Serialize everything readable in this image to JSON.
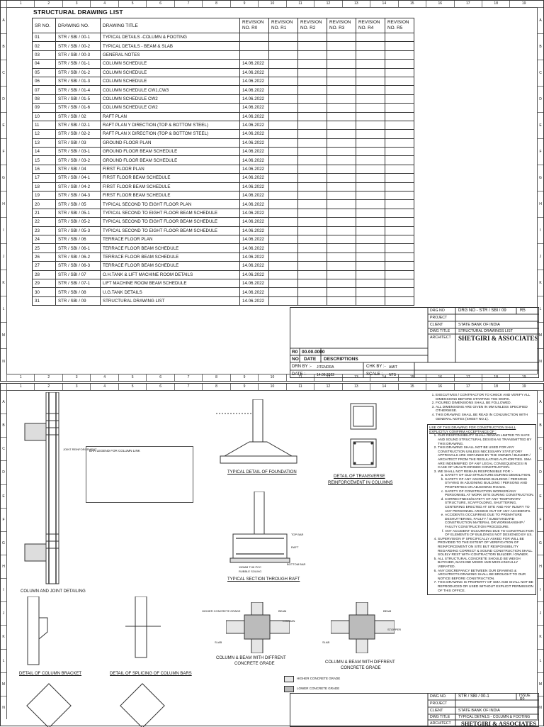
{
  "ruler_numbers": [
    "1",
    "2",
    "3",
    "4",
    "5",
    "6",
    "7",
    "8",
    "9",
    "10",
    "11",
    "12",
    "13",
    "14",
    "15",
    "16",
    "17",
    "18",
    "19"
  ],
  "ruler_letters": [
    "A",
    "B",
    "C",
    "D",
    "E",
    "F",
    "G",
    "H",
    "I",
    "J",
    "K",
    "L",
    "M",
    "N"
  ],
  "drawing_list": {
    "title": "STRUCTURAL DRAWING LIST",
    "headers": [
      "SR NO.",
      "DRAWING NO.",
      "DRAWING TITLE",
      "REVISION NO. R0",
      "REVISION NO. R1",
      "REVISION NO. R2",
      "REVISION NO. R3",
      "REVISION NO. R4",
      "REVISION NO. R5"
    ],
    "rows": [
      [
        "01",
        "STR / SBI / 00-1",
        "TYPICAL DETAILS -COLUMN & FOOTING",
        ""
      ],
      [
        "02",
        "STR / SBI / 00-2",
        "TYPICAL DETAILS - BEAM & SLAB",
        ""
      ],
      [
        "03",
        "STR / SBI / 00-3",
        " GENERAL NOTES",
        ""
      ],
      [
        "04",
        "STR / SBI / 01-1",
        "COLUMN SCHEDULE",
        "14.06.2022"
      ],
      [
        "05",
        "STR / SBI / 01-2",
        "COLUMN SCHEDULE",
        "14.06.2022"
      ],
      [
        "06",
        "STR / SBI / 01-3",
        "COLUMN SCHEDULE",
        "14.06.2022"
      ],
      [
        "07",
        "STR / SBI / 01-4",
        "COLUMN SCHEDULE CW1,CW3",
        "14.06.2022"
      ],
      [
        "08",
        "STR / SBI / 01-5",
        "COLUMN SCHEDULE CW2",
        "14.06.2022"
      ],
      [
        "09",
        "STR / SBI / 01-6",
        "COLUMN SCHEDULE CW2",
        "14.06.2022"
      ],
      [
        "10",
        "STR / SBI / 02",
        "RAFT PLAN",
        "14.06.2022"
      ],
      [
        "11",
        "STR / SBI / 02-1",
        "RAFT PLAN Y DIRECTION (TOP & BOTTOM STEEL)",
        "14.06.2022"
      ],
      [
        "12",
        "STR / SBI / 02-2",
        "RAFT PLAN X DIRECTION (TOP & BOTTOM STEEL)",
        "14.06.2022"
      ],
      [
        "13",
        "STR / SBI / 03",
        "GROUND FLOOR PLAN",
        "14.06.2022"
      ],
      [
        "14",
        "STR / SBI / 03-1",
        "GROUND FLOOR BEAM SCHEDULE",
        "14.06.2022"
      ],
      [
        "15",
        "STR / SBI / 03-2",
        "GROUND FLOOR BEAM SCHEDULE",
        "14.06.2022"
      ],
      [
        "16",
        "STR / SBI / 04",
        "FIRST FLOOR PLAN",
        "14.06.2022"
      ],
      [
        "17",
        "STR / SBI / 04-1",
        "FIRST FLOOR BEAM SCHEDULE",
        "14.06.2022"
      ],
      [
        "18",
        "STR / SBI / 04-2",
        "FIRST FLOOR BEAM SCHEDULE",
        "14.06.2022"
      ],
      [
        "19",
        "STR / SBI / 04-3",
        "FIRST FLOOR BEAM SCHEDULE",
        "14.06.2022"
      ],
      [
        "20",
        "STR / SBI / 05",
        "TYPICAL SECOND TO EIGHT FLOOR PLAN",
        "14.06.2022"
      ],
      [
        "21",
        "STR / SBI / 05-1",
        "TYPICAL SECOND TO EIGHT FLOOR BEAM SCHEDULE",
        "14.06.2022"
      ],
      [
        "22",
        "STR / SBI / 05-2",
        "TYPICAL SECOND TO EIGHT FLOOR BEAM SCHEDULE",
        "14.06.2022"
      ],
      [
        "23",
        "STR / SBI / 05-3",
        "TYPICAL SECOND TO EIGHT FLOOR BEAM SCHEDULE",
        "14.06.2022"
      ],
      [
        "24",
        "STR / SBI / 06",
        "TERRACE FLOOR PLAN",
        "14.06.2022"
      ],
      [
        "25",
        "STR / SBI / 06-1",
        "TERRACE FLOOR BEAM SCHEDULE",
        "14.06.2022"
      ],
      [
        "26",
        "STR / SBI / 06-2",
        "TERRACE FLOOR BEAM SCHEDULE",
        "14.06.2022"
      ],
      [
        "27",
        "STR / SBI / 06-3",
        "TERRACE FLOOR BEAM SCHEDULE",
        "14.06.2022"
      ],
      [
        "28",
        "STR / SBI / 07",
        "O.H.TANK & LIFT MACHINE ROOM DETAILS",
        "14.06.2022"
      ],
      [
        "29",
        "STR / SBI / 07-1",
        "LIFT MACHINE ROOM BEAM SCHEDULE",
        "14.06.2022"
      ],
      [
        "30",
        "STR / SBI / 08",
        "U.G.TANK DETAILS",
        "14.06.2022"
      ],
      [
        "31",
        "STR / SBI / 09",
        "STRUCTURAL DRAWING LIST",
        "14.06.2022"
      ]
    ]
  },
  "title_block_top": {
    "drg_no_label": "DRG NO",
    "drg_no": "DRG NO - STR / SBI / 09",
    "issue": "R5",
    "project_label": "PROJECT",
    "client_label": "CLIENT",
    "client": "STATE BANK OF INDIA",
    "dwg_title_label": "DWG TITLE",
    "dwg_title": "STRUCTURAL DRAWINGS LIST",
    "architect_label": "ARCHITECT",
    "firm": "SHETGIRI & ASSOCIATES",
    "rev_no": "R0",
    "rev_no_date": "00.00.0000",
    "rev_table_hdr_no": "NO",
    "rev_table_hdr_date": "DATE",
    "rev_table_hdr_desc": "DESCRIPTIONS",
    "drn_by_label": "DRN BY :-",
    "drn_by": "JITENDRA",
    "chk_by_label": "CHK BY :-",
    "chk_by": "AMIT",
    "date_label": "DATE :-",
    "date": "14.06.2022",
    "scale_label": "SCALE :-",
    "scale": "NTS"
  },
  "captions": {
    "joint_reinforcement": "JOINT REINFORCEMENT",
    "bar_legend": "BAR LEGEND FOR COLUMN LINK",
    "column_joint": "COLUMN AND JOINT DETAILING",
    "typ_foundation": "TYPICAL DETAIL OF FOUNDATION",
    "transverse_1": "DETAIL OF TRANSVERSE",
    "transverse_2": "REINFORCEMENT IN COLUMNS",
    "raft": "TYPICAL SECTION THROUGH RAFT",
    "bracket": "DETAIL OF COLUMN BRACKET",
    "splicing": "DETAIL OF SPLICING OF COLUMN BARS",
    "cb1_1": "COLUMN & BEAM WITH DIFFRENT",
    "cb1_2": "CONCRETE GRADE",
    "cb2_1": "COLUMN & BEAM WITH DIFFRENT",
    "cb2_2": "CONCRETE GRADE",
    "higher_grade": "HIGHER CONCRETE GRADE",
    "lower_grade": "LOWER CONCRETE GRADE",
    "top_bar": "TOP BAR",
    "raft_lbl": "RAFT",
    "bottom_bar": "BOTTOM BAR",
    "pcc": "150MM THK PCC",
    "rubble": "RUBBLE SOLING",
    "beam": "BEAM",
    "column": "COLUMN",
    "slab": "SLAB",
    "stopper": "STOPPER"
  },
  "notes": {
    "items": [
      "EXECUTIVES / CONTRACTOR TO CHECK AND VERIFY ALL DIMENSIONS BEFORE STARTING THE WORK.",
      "FIGURED DIMENSIONS SHALL BE FOLLOWED.",
      "ALL DIMENSIONS ARE GIVEN IN MM UNLESS SPECIFIED OTHERWISE.",
      "THIS DRAWING SHALL BE READ IN CONJUNCTION WITH GENERAL NOTES (SHEET NO.1)."
    ],
    "box_intro": "USE OF THIS DRAWING FOR CONSTRUCTION SHALL EXPLICITLY CONFIRM ACCEPTANCE OF :",
    "box_items": [
      "OUR RESPONSIBILITY SHALL REMAIN LIMITED TO SAFE AND SOUND STRUCTURAL DESIGN AS TRANSMITTED  BY THIS DRAWING.",
      "THIS DRAWING SHALL NOT BE USED FOR ANY CONSTRUCTION UNLESS NECESSARY  STATUTORY APPROVALS ARE OBTAINED BY THE OWNER / BUILDER / ARCHITECT FROM THE  REGULATING AUTHORITIES. SMA ARE INDEMNIFIED OF ANY LEGAL CONSEQUENCES IN CASE OF UNAUTHORISED CONSTRUCTION.",
      "WE SHALL NOT REMAIN RESPONSIBLE FOR :-",
      "SUPERVISION IF SPECIFICALLY ASKED FOR WILL BE PROVIDED TO THE EXTENT OF VERIFICATION OF REINFORCEMENT ON SITE BUT RESPONSIBILITY REGARDING CORRECT & SOUND CONSTRUCTION SHALL SOLELY REST WITH CONTRACTOR/ BUILDER / OWNER.",
      "ALL STRUCTURAL CONCRETE SHOULD BE WEIGH BATCHED, MACHINE MIXED AND MECHANICALLY VIBRATED.",
      "ANY DISCREPANCY BETWEEN OUR DRAWING & ARCHITECTS DRAWING SHALL BE  BROUGHT TO OUR NOTICE BEFORE CONSTRUCTION.",
      "THIS DRAWING IS PROPERTY OF SMA AND SHALL NOT BE REPRODUCED OR USED WITHOUT EXPLICIT PERMISSION OF THIS OFFICE."
    ],
    "sub_items": [
      "SAFETY OF OLD STRUCTURE DURING DEMOLITION.",
      "SAFETY OF ANY ADJOINING BUILDING / PERSONS STAYING IN ADJOINING  BUILDING / PERSONS AND PROPERTIES ON ADJOINING ROADS.",
      "SAFETY OF CONSTRUCTION WORKER/ANY PERSONNEL AT WORK SITE DURING CONSTRUCTION.",
      "CORRECTNESS/SAFETY OF ANY TEMPORARY STRUCTURE, SCAFFOLDING, SHUTTERING, CENTERING ERECTED AT SITE AND ANY INJURY TO ANY PERSONNEL ARISING OUT OF ANY ACCIDENTS.",
      "ACCIDENTS OCCURRING DUE TO PREMATURE DESHUTTERING, FAULTY / SUBSTANDARD CONSTRUCTION MATERIAL OR WORKMANSHIP / FAULTY CONSTRUCTION PROCEDURE.",
      "ANY ACCIDENT OCCURRING DUE TO CONSTRUCTION OF ELEMENTS OF BUILDINGS NOT DESIGNED BY US."
    ]
  },
  "title_block_bottom": {
    "drg_no_label": "DWG NO.",
    "drg_no": "STR / SBI / 00-1",
    "issue_label": "ISSUE",
    "issue": "R0",
    "project_label": "PROJECT",
    "client_label": "CLIENT",
    "client": "STATE BANK OF INDIA",
    "dwg_title_label": "DWG TITLE",
    "dwg_title": "TYPICAL DETAILS - COLUMN & FOOTING",
    "architect_label": "ARCHITECT",
    "firm": "SHETGIRI & ASSOCIATES"
  }
}
